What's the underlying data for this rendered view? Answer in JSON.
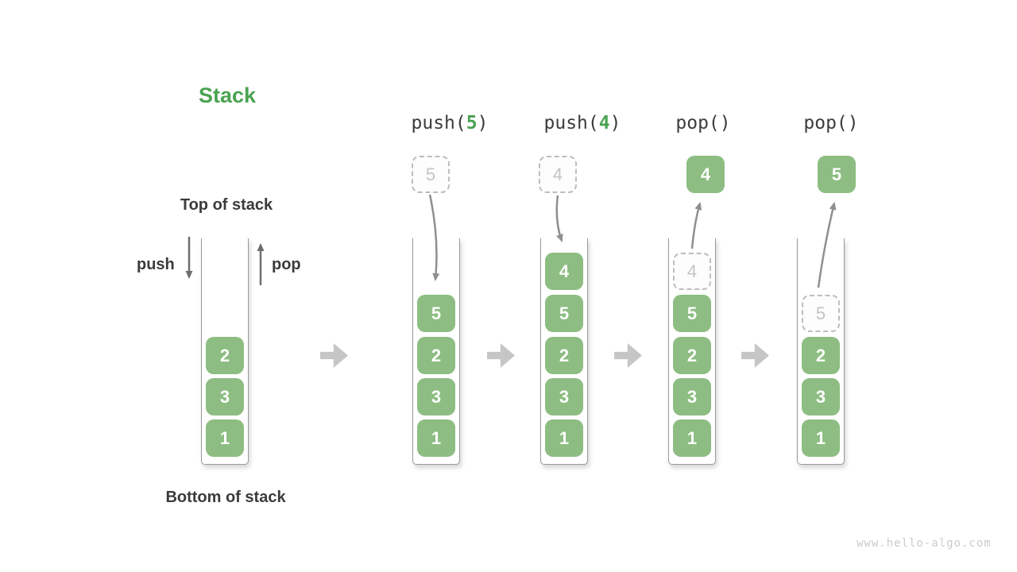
{
  "title": "Stack",
  "annotations": {
    "top": "Top of stack",
    "bottom": "Bottom of stack",
    "push": "push",
    "pop": "pop"
  },
  "watermark": "www.hello-algo.com",
  "colors": {
    "accent_green": "#4AA351",
    "item_green": "#8DBD82",
    "ghost_gray": "#C4C4C4",
    "flow_arrow_gray": "#8F8F8F",
    "push_pop_arrow_gray": "#6E6E6E",
    "transition_arrow_gray": "#C6C6C6",
    "text_dark": "#3B3B3B"
  },
  "columns": [
    {
      "name": "initial-stack",
      "stack": [
        {
          "value": "2"
        },
        {
          "value": "3"
        },
        {
          "value": "1"
        }
      ]
    },
    {
      "name": "after-push-5",
      "label": {
        "prefix": "push(",
        "arg": "5",
        "suffix": ")"
      },
      "floating": {
        "value": "5",
        "style": "dashed"
      },
      "stack": [
        {
          "value": "5"
        },
        {
          "value": "2"
        },
        {
          "value": "3"
        },
        {
          "value": "1"
        }
      ]
    },
    {
      "name": "after-push-4",
      "label": {
        "prefix": "push(",
        "arg": "4",
        "suffix": ")"
      },
      "floating": {
        "value": "4",
        "style": "dashed"
      },
      "stack": [
        {
          "value": "4"
        },
        {
          "value": "5"
        },
        {
          "value": "2"
        },
        {
          "value": "3"
        },
        {
          "value": "1"
        }
      ]
    },
    {
      "name": "after-pop-first",
      "label": {
        "prefix": "pop(",
        "arg": "",
        "suffix": ")"
      },
      "floating": {
        "value": "4",
        "style": "solid"
      },
      "stack": [
        {
          "value": "4",
          "ghost": true
        },
        {
          "value": "5"
        },
        {
          "value": "2"
        },
        {
          "value": "3"
        },
        {
          "value": "1"
        }
      ]
    },
    {
      "name": "after-pop-second",
      "label": {
        "prefix": "pop(",
        "arg": "",
        "suffix": ")"
      },
      "floating": {
        "value": "5",
        "style": "solid"
      },
      "stack": [
        {
          "value": "5",
          "ghost": true
        },
        {
          "value": "2"
        },
        {
          "value": "3"
        },
        {
          "value": "1"
        }
      ]
    }
  ]
}
